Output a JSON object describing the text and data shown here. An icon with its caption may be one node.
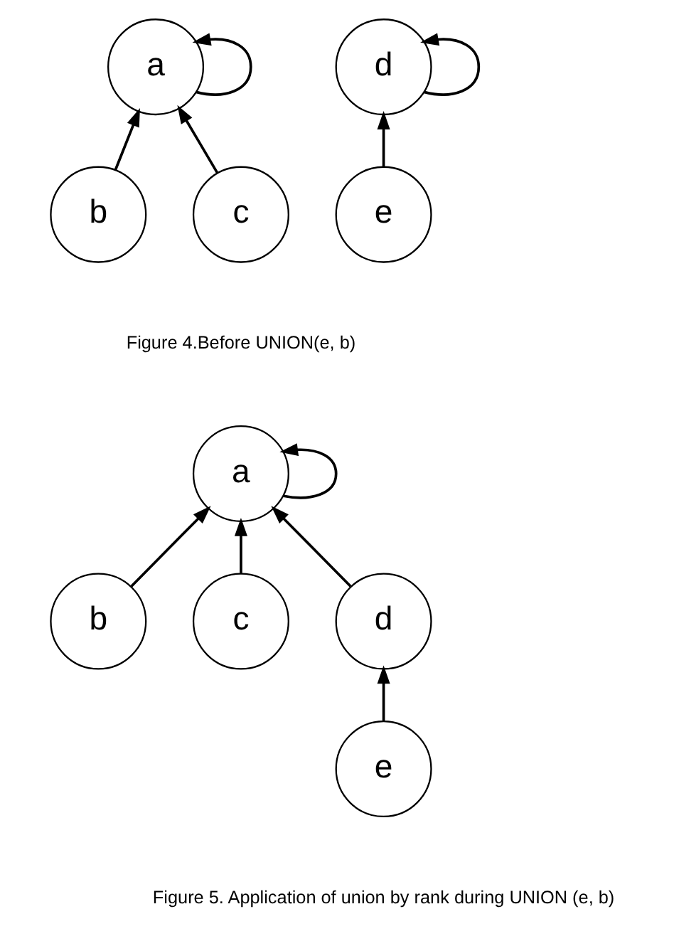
{
  "diagram": {
    "nodes": [
      {
        "text": [
          "a"
        ]
      },
      {
        "text": [
          "b"
        ]
      },
      {
        "text": [
          "c"
        ]
      },
      {
        "text": [
          "d"
        ]
      },
      {
        "text": [
          "e"
        ]
      },
      {
        "text": [
          "a"
        ]
      },
      {
        "text": [
          "b"
        ]
      },
      {
        "text": [
          "c"
        ]
      },
      {
        "text": [
          "d"
        ]
      },
      {
        "text": [
          "e"
        ]
      }
    ],
    "edges": [
      {
        "from": 0,
        "to": 0,
        "arrow": "to"
      },
      {
        "from": 1,
        "to": 0,
        "arrow": "to"
      },
      {
        "from": 2,
        "to": 0,
        "arrow": "to"
      },
      {
        "from": 3,
        "to": 3,
        "arrow": "to"
      },
      {
        "from": 4,
        "to": 3,
        "arrow": "to"
      },
      {
        "from": 5,
        "to": 5,
        "arrow": "to"
      },
      {
        "from": 6,
        "to": 5,
        "arrow": "to"
      },
      {
        "from": 7,
        "to": 5,
        "arrow": "to"
      },
      {
        "from": 8,
        "to": 5,
        "arrow": "to"
      },
      {
        "from": 9,
        "to": 8,
        "arrow": "to"
      }
    ],
    "labels": [
      "Figure 4.Before UNION(e, b)",
      "Figure 5. Application of union by rank during UNION (e, b)"
    ]
  }
}
